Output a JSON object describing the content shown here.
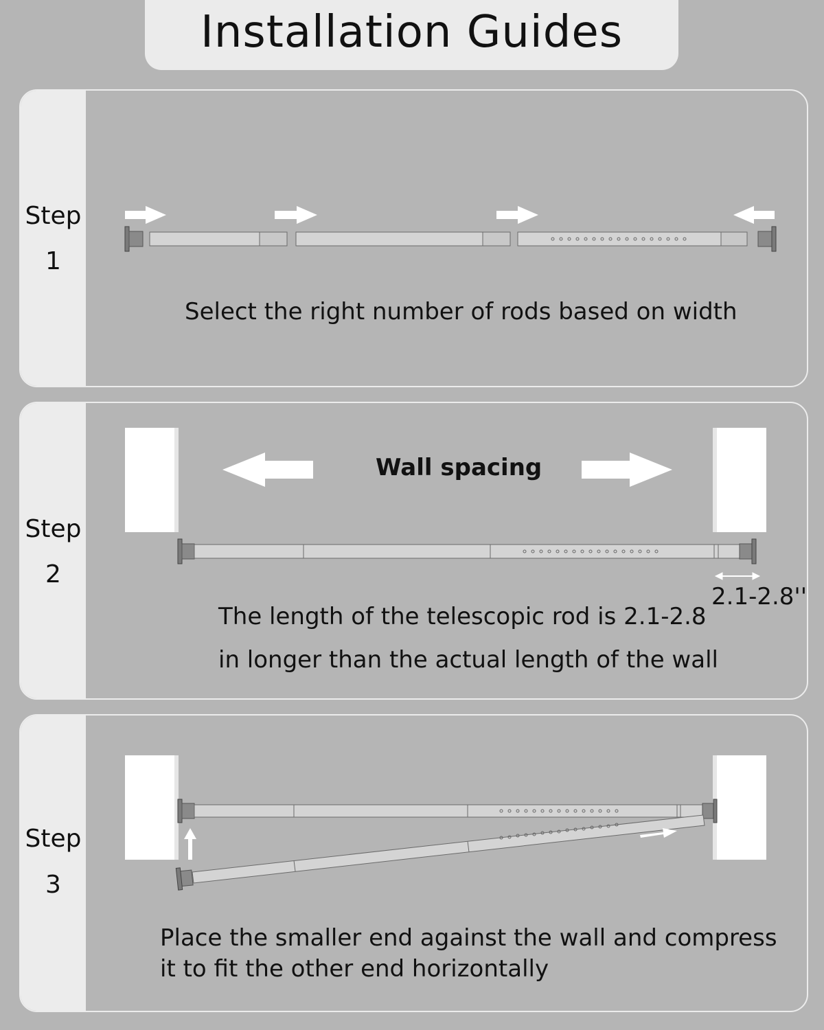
{
  "title": "Installation Guides",
  "steps": [
    {
      "word": "Step",
      "number": "1",
      "caption_lines": [
        "Select the right number of rods based on width"
      ]
    },
    {
      "word": "Step",
      "number": "2",
      "wall_label": "Wall spacing",
      "dimension": "2.1-2.8''",
      "caption_lines": [
        "The length of the telescopic rod is 2.1-2.8",
        "in longer than the actual length of the wall"
      ]
    },
    {
      "word": "Step",
      "number": "3",
      "caption_lines": [
        "Place the smaller end against the wall and compress",
        "it to fit the other end horizontally"
      ]
    }
  ],
  "icons": [
    "arrow-right-icon",
    "arrow-left-icon",
    "arrow-up-icon",
    "double-arrow-icon"
  ],
  "colors": {
    "background": "#b5b5b5",
    "panel_side": "#ececec",
    "wall": "#ffffff",
    "rod": "#d4d4d4",
    "text": "#111111"
  }
}
